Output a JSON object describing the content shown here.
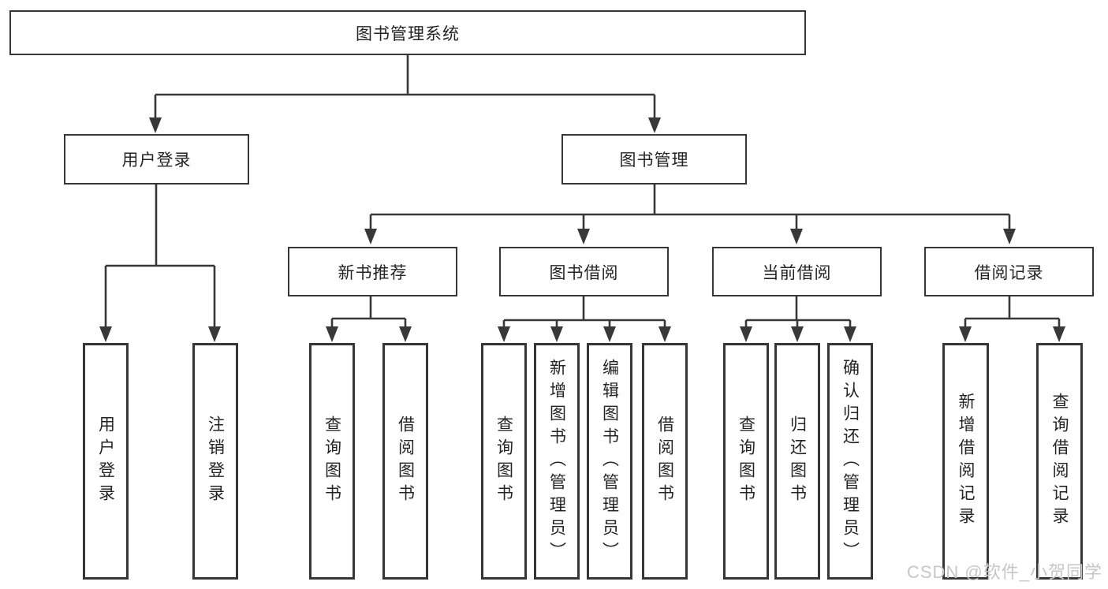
{
  "diagram": {
    "root": {
      "label": "图书管理系统"
    },
    "branches": [
      {
        "label": "用户登录"
      },
      {
        "label": "图书管理"
      }
    ],
    "sections": [
      {
        "label": "新书推荐"
      },
      {
        "label": "图书借阅"
      },
      {
        "label": "当前借阅"
      },
      {
        "label": "借阅记录"
      }
    ],
    "leaves": {
      "user_login": [
        "用户登录",
        "注销登录"
      ],
      "new_books": [
        "查询图书",
        "借阅图书"
      ],
      "borrowing": [
        "查询图书",
        "新增图书（管理员）",
        "编辑图书（管理员）",
        "借阅图书"
      ],
      "current": [
        "查询图书",
        "归还图书",
        "确认归还（管理员）"
      ],
      "records": [
        "新增借阅记录",
        "查询借阅记录"
      ]
    }
  },
  "colors": {
    "line": "#383838",
    "box_border": "#363636",
    "box_fill": "#ffffff",
    "text": "#242424",
    "watermark": "#c7c7c7"
  },
  "watermark": "CSDN @软件_小贺同学"
}
